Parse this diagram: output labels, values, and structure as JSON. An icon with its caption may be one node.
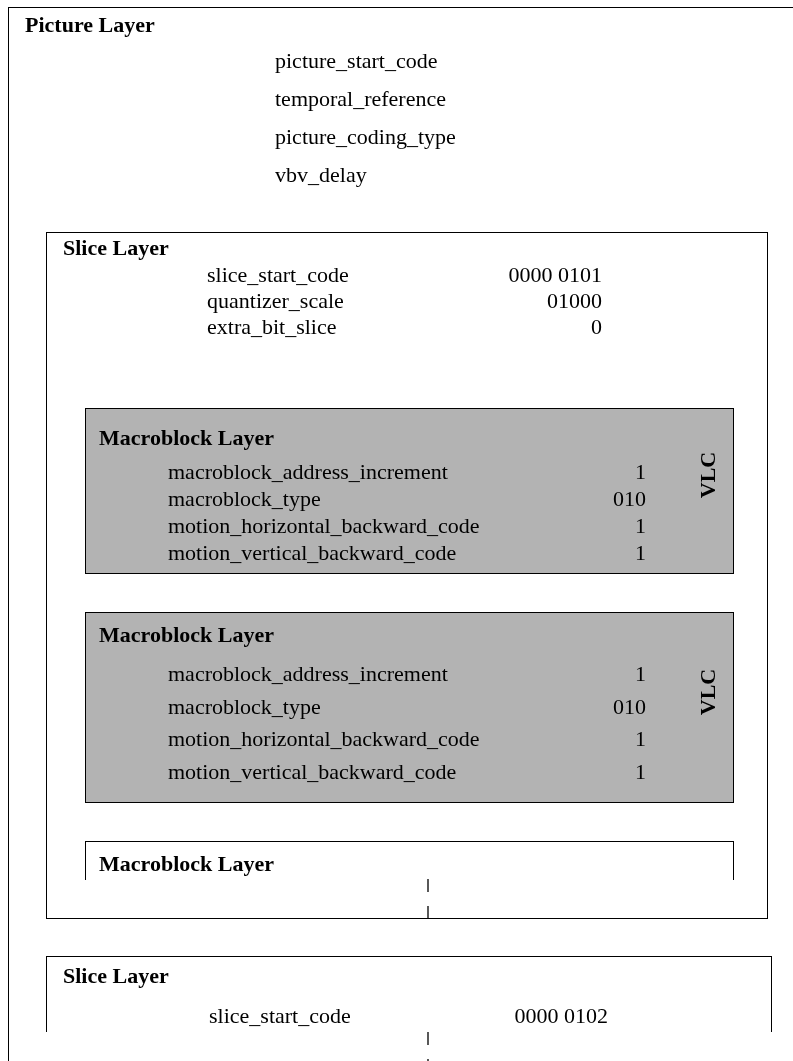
{
  "diagram": {
    "nodes": [
      {
        "text": [
          "Picture Layer",
          "picture_start_code",
          "temporal_reference",
          "picture_coding_type",
          "vbv_delay"
        ]
      },
      {
        "text": [
          "Slice Layer",
          "slice_start_code",
          "0000 0101",
          "quantizer_scale",
          "01000",
          "extra_bit_slice",
          "0"
        ],
        "in": 0
      },
      {
        "text": [
          "Macroblock Layer",
          "macroblock_address_increment",
          "1",
          "macroblock_type",
          "010",
          "motion_horizontal_backward_code",
          "1",
          "motion_vertical_backward_code",
          "1",
          "VLC"
        ],
        "in": 1
      },
      {
        "text": [
          "Macroblock Layer",
          "macroblock_address_increment",
          "1",
          "macroblock_type",
          "010",
          "motion_horizontal_backward_code",
          "1",
          "motion_vertical_backward_code",
          "1",
          "VLC"
        ],
        "in": 1
      },
      {
        "text": [
          "Macroblock Layer"
        ],
        "in": 1
      },
      {
        "text": [
          "Slice Layer",
          "slice_start_code",
          "0000 0102"
        ],
        "in": 0
      }
    ]
  }
}
